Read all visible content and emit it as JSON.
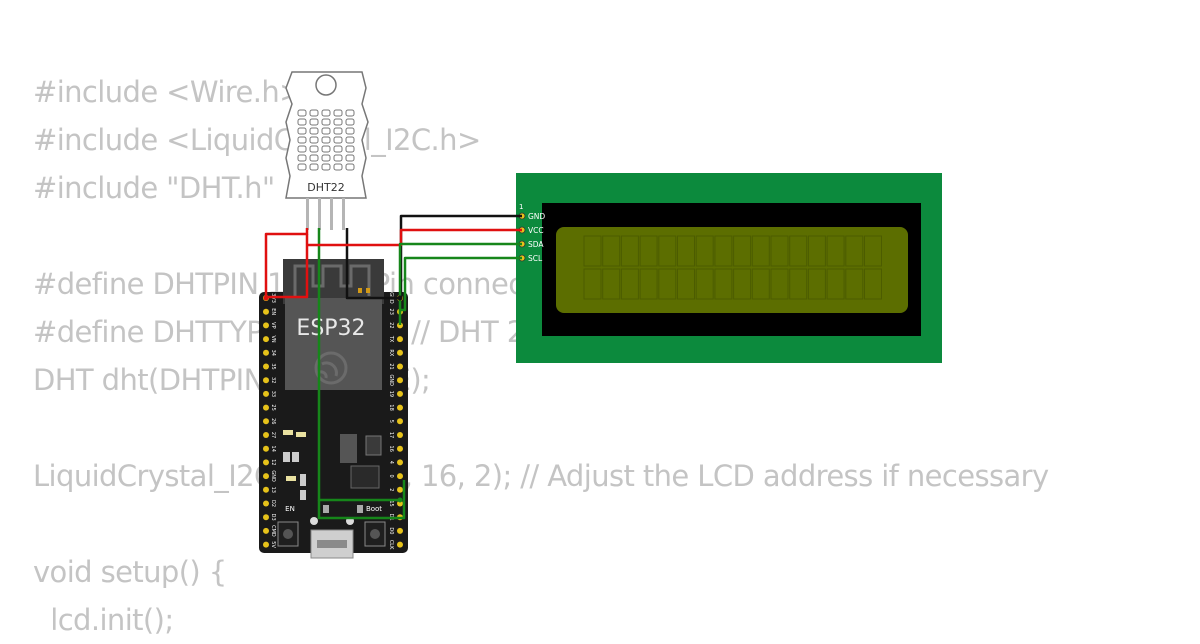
{
  "code_lines": [
    "#include <Wire.h>",
    "#include <LiquidCrystal_I2C.h>",
    "#include \"DHT.h\"",
    "",
    "#define DHTPIN 15     // Pin connected to the DHT sensor",
    "#define DHTTYPE DHT22   // DHT 22 (AM2302)",
    "DHT dht(DHTPIN, DHTTYPE);",
    "",
    "LiquidCrystal_I2C lcd(0x27, 16, 2); // Adjust the LCD address if necessary",
    "",
    "void setup() {",
    "  lcd.init();"
  ],
  "sensor": {
    "label": "DHT22"
  },
  "board": {
    "label": "ESP32",
    "en_label": "EN",
    "boot_label": "Boot",
    "left_pins": [
      "3V3",
      "EN",
      "VP",
      "VN",
      "34",
      "35",
      "32",
      "33",
      "25",
      "26",
      "27",
      "14",
      "12",
      "GND",
      "13",
      "D2",
      "D3",
      "CMD",
      "5V"
    ],
    "right_pins": [
      "GND",
      "23",
      "22",
      "TX",
      "RX",
      "21",
      "GND",
      "19",
      "18",
      "5",
      "17",
      "16",
      "4",
      "0",
      "2",
      "15",
      "D1",
      "D0",
      "CLK"
    ]
  },
  "lcd": {
    "pin1_label": "1",
    "pins": [
      "GND",
      "VCC",
      "SDA",
      "SCL"
    ],
    "columns": 16,
    "rows": 2
  },
  "colors": {
    "code": "#c4c4c4",
    "pcb_lcd": "#0c8a3d",
    "lcd_screen": "#5c6e00",
    "wire_red": "#e01010",
    "wire_green": "#16861a",
    "wire_black": "#111111",
    "board": "#1a1a1a",
    "pin_gold": "#e6c21a"
  }
}
